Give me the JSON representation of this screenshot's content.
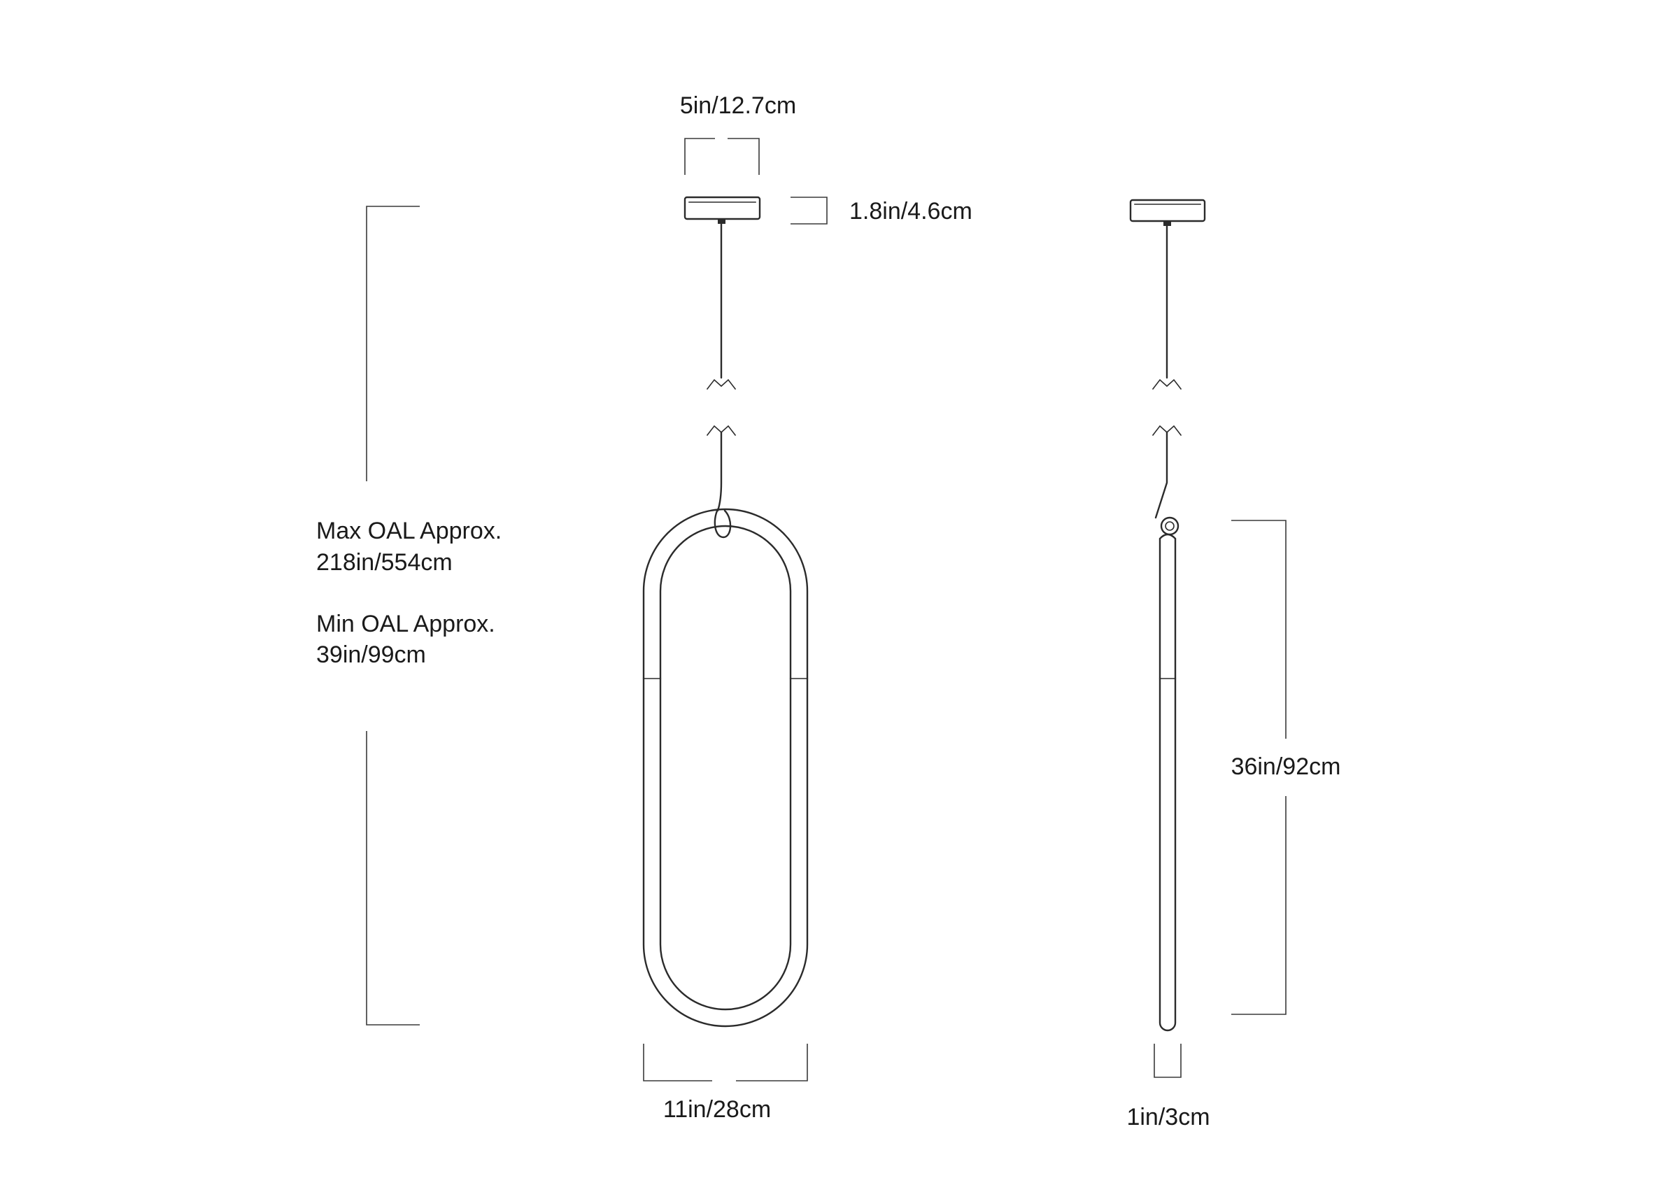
{
  "dimensions": {
    "canopy_width": "5in/12.7cm",
    "canopy_height": "1.8in/4.6cm",
    "loop_width": "11in/28cm",
    "loop_height": "36in/92cm",
    "tube_diameter": "1in/3cm"
  },
  "overall_length": {
    "max_label": "Max OAL Approx.",
    "max_value": "218in/554cm",
    "min_label": "Min OAL Approx.",
    "min_value": "39in/99cm"
  },
  "colors": {
    "line": "#2b2b2b",
    "background": "#ffffff"
  }
}
